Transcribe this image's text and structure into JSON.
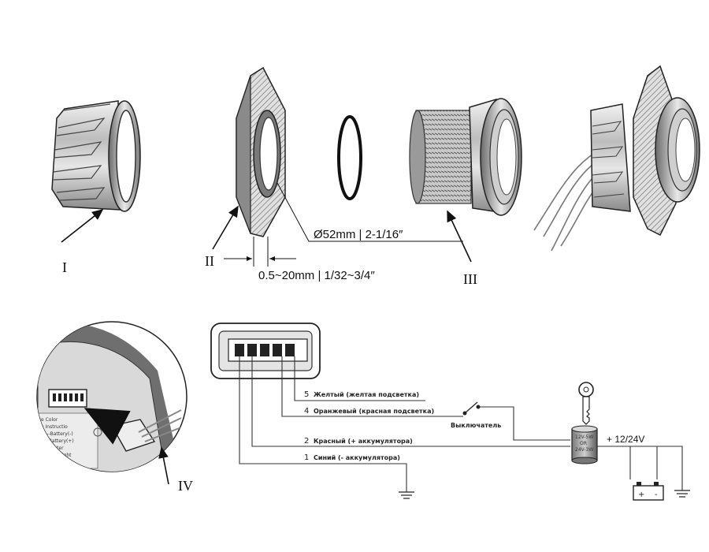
{
  "labels": {
    "part1": "I",
    "part2": "II",
    "part3": "III",
    "part4": "IV"
  },
  "dimensions": {
    "diameter": "Ø52mm | 2-1/16″",
    "thickness": "0.5~20mm | 1/32~3/4″"
  },
  "wiring": {
    "wires": [
      {
        "num": "5",
        "label": "Желтый (желтая подсветка)"
      },
      {
        "num": "4",
        "label": "Оранжевый (красная подсветка)"
      },
      {
        "num": "2",
        "label": "Красный (+ аккумулятора)"
      },
      {
        "num": "1",
        "label": "Синий (- аккумулятора)"
      }
    ],
    "switch_label": "Выключатель",
    "fuse_lines": [
      "12V-5W",
      "OR",
      "24V-3W"
    ],
    "voltage": "+ 12/24V",
    "battery_plus": "+",
    "battery_minus": "-"
  },
  "sticker_text": [
    "ire Color",
    "ng Instructio",
    "ver---Battery(-)",
    "ge---Battery(+)",
    "ow---Water",
    "ite---Red Light"
  ],
  "colors": {
    "line": "#111111",
    "shade_dark": "#555555",
    "shade_mid": "#9a9a9a",
    "shade_light": "#d8d8d8"
  }
}
